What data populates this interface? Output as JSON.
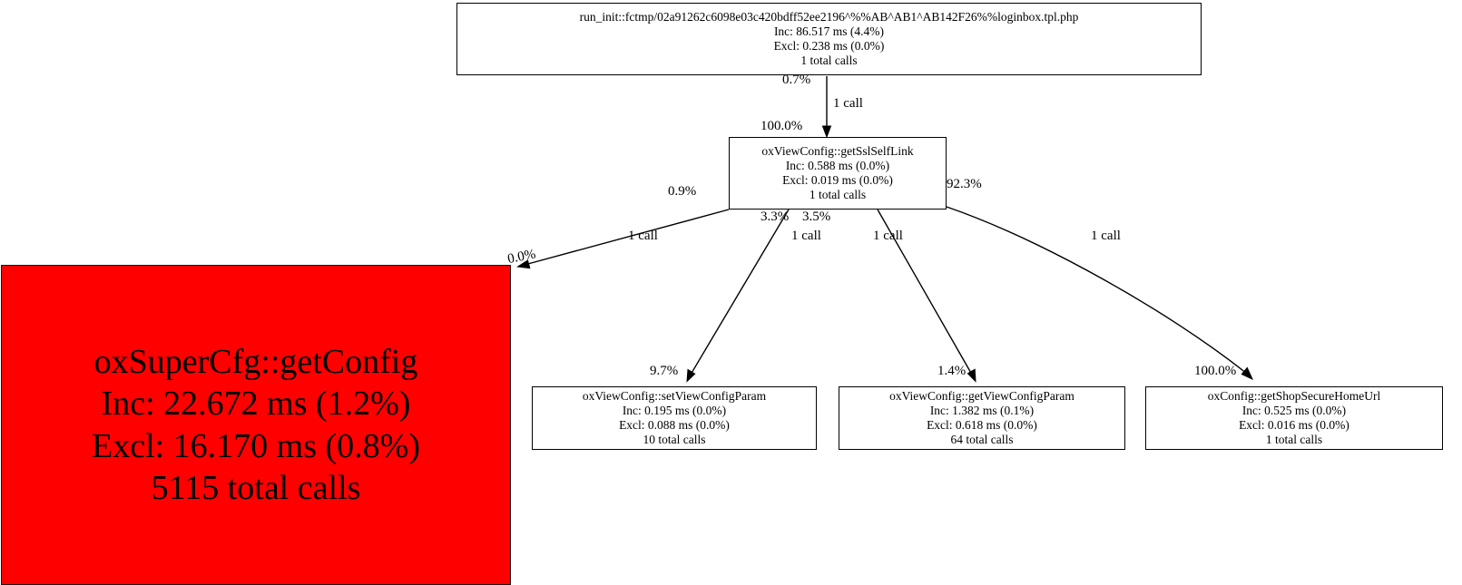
{
  "graph": {
    "type": "callgraph",
    "title": "PHP profiler call graph",
    "background": "#ffffff",
    "highlight_color": "#ff0000",
    "nodes": [
      {
        "id": "n1",
        "name": "run_init::fctmp/02a91262c6098e03c420bdff52ee2196^%%AB^AB1^AB142F26%%loginbox.tpl.php",
        "inc": "Inc: 86.517 ms (4.4%)",
        "excl": "Excl: 0.238 ms (0.0%)",
        "calls": "1 total calls",
        "highlight": false
      },
      {
        "id": "n2",
        "name": "oxViewConfig::getSslSelfLink",
        "inc": "Inc: 0.588 ms (0.0%)",
        "excl": "Excl: 0.019 ms (0.0%)",
        "calls": "1 total calls",
        "highlight": false
      },
      {
        "id": "n3",
        "name": "oxSuperCfg::getConfig",
        "inc": "Inc: 22.672 ms (1.2%)",
        "excl": "Excl: 16.170 ms (0.8%)",
        "calls": "5115 total calls",
        "highlight": true
      },
      {
        "id": "n4",
        "name": "oxViewConfig::setViewConfigParam",
        "inc": "Inc: 0.195 ms (0.0%)",
        "excl": "Excl: 0.088 ms (0.0%)",
        "calls": "10 total calls",
        "highlight": false
      },
      {
        "id": "n5",
        "name": "oxViewConfig::getViewConfigParam",
        "inc": "Inc: 1.382 ms (0.1%)",
        "excl": "Excl: 0.618 ms (0.0%)",
        "calls": "64 total calls",
        "highlight": false
      },
      {
        "id": "n6",
        "name": "oxConfig::getShopSecureHomeUrl",
        "inc": "Inc: 0.525 ms (0.0%)",
        "excl": "Excl: 0.016 ms (0.0%)",
        "calls": "1 total calls",
        "highlight": false
      }
    ],
    "edges": [
      {
        "from": "n1",
        "to": "n2",
        "tail_pct": "0.7%",
        "calls": "1 call",
        "head_pct": "100.0%"
      },
      {
        "from": "n2",
        "to": "n3",
        "tail_pct": "0.9%",
        "calls": "1 call",
        "head_pct": "0.0%"
      },
      {
        "from": "n2",
        "to": "n4",
        "tail_pct": "3.3%",
        "calls": "1 call",
        "head_pct": "9.7%"
      },
      {
        "from": "n2",
        "to": "n5",
        "tail_pct": "3.5%",
        "calls": "1 call",
        "head_pct": "1.4%"
      },
      {
        "from": "n2",
        "to": "n6",
        "tail_pct": "92.3%",
        "calls": "1 call",
        "head_pct": "100.0%"
      }
    ]
  }
}
